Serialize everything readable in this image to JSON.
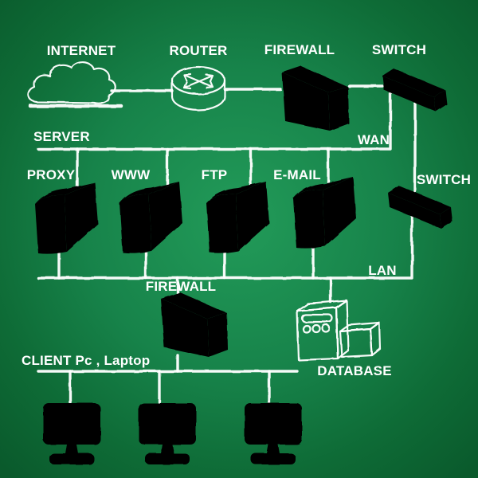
{
  "diagram": {
    "kind": "network-topology-chalkboard",
    "background": "green chalkboard radial gradient",
    "colors": {
      "background_center": "#229b59",
      "background_edge": "#0a5a2c",
      "chalk": "#ffffff"
    }
  },
  "labels": {
    "internet": "INTERNET",
    "router": "ROUTER",
    "firewall_top": "FIREWALL",
    "switch_top": "SWITCH",
    "server": "SERVER",
    "wan": "WAN",
    "proxy": "PROXY",
    "www": "WWW",
    "ftp": "FTP",
    "email": "E-MAIL",
    "switch_lan": "SWITCH",
    "lan": "LAN",
    "firewall_lan": "FIREWALL",
    "database": "DATABASE",
    "clients": "CLIENT Pc , Laptop"
  },
  "icons": {
    "internet": "cloud-icon",
    "router": "cylinder-with-arrows-icon",
    "firewall_top": "brick-wall-icon",
    "switch_top": "port-strip-icon",
    "proxy": "tower-server-icon",
    "www": "tower-server-icon",
    "ftp": "tower-server-icon",
    "email": "tower-server-icon",
    "switch_lan": "port-strip-icon",
    "firewall_lan": "brick-wall-icon",
    "database": "server-with-disk-box-icon",
    "clients": "desktop-monitor-icon"
  },
  "topology": {
    "buses": [
      {
        "name": "server-wan-bus",
        "label_left": "SERVER",
        "label_right": "WAN",
        "attached": [
          "PROXY",
          "WWW",
          "FTP",
          "E-MAIL",
          "SWITCH (top)"
        ]
      },
      {
        "name": "lan-bus",
        "label_right": "LAN",
        "attached": [
          "PROXY",
          "WWW",
          "FTP",
          "E-MAIL",
          "SWITCH (lan)",
          "FIREWALL (lan)",
          "DATABASE"
        ]
      },
      {
        "name": "client-bus",
        "label_left": "CLIENT Pc , Laptop",
        "attached": [
          "FIREWALL (lan)",
          "PC 1",
          "PC 2",
          "PC 3"
        ]
      }
    ],
    "links": [
      [
        "INTERNET",
        "ROUTER"
      ],
      [
        "ROUTER",
        "FIREWALL (top)"
      ],
      [
        "FIREWALL (top)",
        "SWITCH (top)"
      ],
      [
        "SWITCH (top)",
        "server-wan-bus"
      ],
      [
        "SWITCH (top)",
        "SWITCH (lan)"
      ],
      [
        "SWITCH (lan)",
        "lan-bus"
      ],
      [
        "lan-bus",
        "FIREWALL (lan)"
      ],
      [
        "FIREWALL (lan)",
        "client-bus"
      ],
      [
        "lan-bus",
        "DATABASE"
      ]
    ],
    "client_count": 3
  }
}
